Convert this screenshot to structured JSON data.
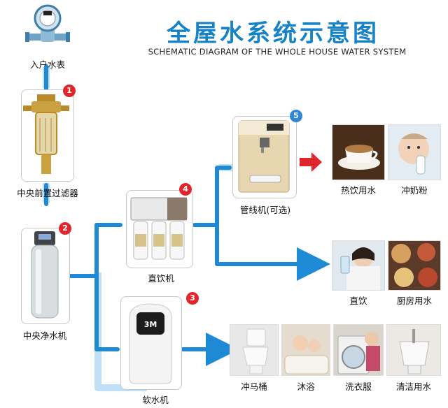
{
  "title": "全屋水系统示意图",
  "subtitle": "SCHEMATIC DIAGRAM OF THE WHOLE HOUSE WATER SYSTEM",
  "components": {
    "meter": {
      "label": "入户水表"
    },
    "prefilter": {
      "label": "中央前置过滤器",
      "badge": "1"
    },
    "purifier": {
      "label": "中央净水机",
      "badge": "2"
    },
    "softener": {
      "label": "软水机",
      "badge": "3",
      "brand": "3M"
    },
    "ro": {
      "label": "直饮机",
      "badge": "4"
    },
    "dispenser": {
      "label": "管线机(可选)",
      "badge": "5"
    }
  },
  "uses": {
    "hot_drink": "热饮用水",
    "formula": "冲奶粉",
    "direct_drink": "直饮",
    "kitchen": "厨房用水",
    "toilet": "冲马桶",
    "bath": "沐浴",
    "laundry": "洗衣服",
    "cleaning": "清洁用水"
  },
  "colors": {
    "pipe": "#1e8ad6",
    "pipe_light": "#bfe0f6",
    "arrow_red": "#e0262d",
    "title": "#1583c6"
  }
}
